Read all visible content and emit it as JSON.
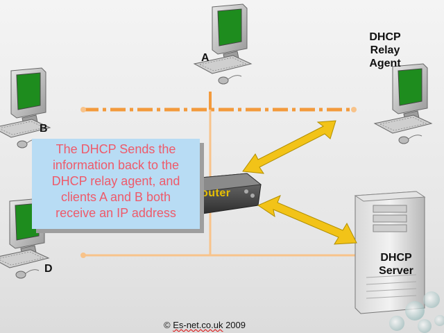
{
  "nodes": {
    "a": {
      "label": "A"
    },
    "b": {
      "label": "B"
    },
    "d": {
      "label": "D"
    },
    "relay_agent": {
      "label_lines": [
        "DHCP",
        "Relay",
        "Agent"
      ]
    },
    "router": {
      "label": "outer"
    },
    "server": {
      "label_lines": [
        "DHCP",
        "Server"
      ]
    }
  },
  "callout": {
    "lines": [
      "The DHCP Sends the",
      "information back to the",
      "DHCP relay agent, and",
      "clients A and B both",
      "receive an IP address"
    ]
  },
  "footer": {
    "copyright_prefix": "© ",
    "copyright_domain": "Es-net.co.uk",
    "copyright_year": " 2009"
  },
  "colors": {
    "network_orange": "#f39a3c",
    "arrow_yellow": "#f2c318",
    "callout_bg": "#b8dcf4",
    "callout_text": "#ee5a6a",
    "screen_green": "#1e8c1e"
  },
  "icons": [
    "computer-icon",
    "router-icon",
    "server-tower-icon",
    "double-arrow-icon"
  ]
}
